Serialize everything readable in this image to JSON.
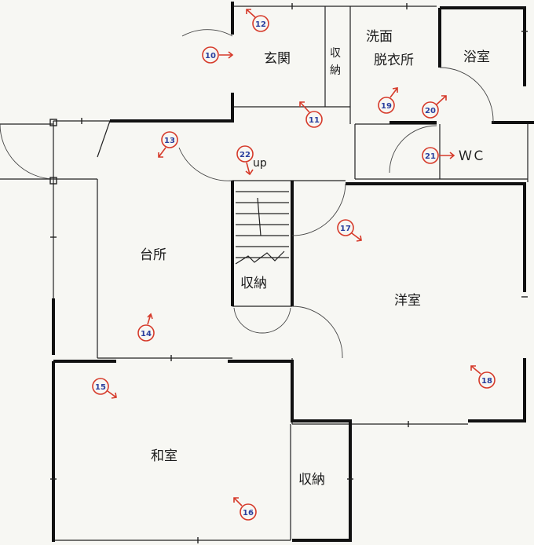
{
  "rooms": {
    "genkan": "玄関",
    "genkan_storage": "収\n納",
    "senmen_1": "洗面",
    "senmen_2": "脱衣所",
    "bath": "浴室",
    "wc": "ＷＣ",
    "kitchen": "台所",
    "stairs_up": "up",
    "stairs_storage": "収納",
    "western": "洋室",
    "japanese": "和室",
    "japanese_storage": "収納"
  },
  "markers": [
    "10",
    "11",
    "12",
    "13",
    "14",
    "15",
    "16",
    "17",
    "18",
    "19",
    "20",
    "21",
    "22"
  ],
  "colors": {
    "marker_red": "#d63a2a",
    "marker_blue": "#2a3f9e",
    "wall": "#111111"
  }
}
